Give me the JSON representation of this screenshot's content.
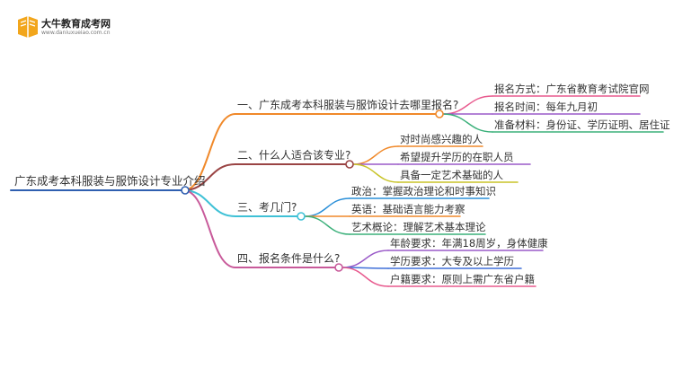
{
  "logo": {
    "title": "大牛教育成考网",
    "url": "www.daniuxueiao.com.cn"
  },
  "mindmap": {
    "root": "广东成考本科服装与服饰设计专业介绍",
    "branches": [
      {
        "label": "一、广东成考本科服装与服饰设计去哪里报名?",
        "color": "#f0892a",
        "children": [
          {
            "label": "报名方式：广东省教育考试院官网",
            "color": "#e85a8e"
          },
          {
            "label": "报名时间：每年九月初",
            "color": "#9a5ac8"
          },
          {
            "label": "准备材料：身份证、学历证明、居住证",
            "color": "#3bb07a"
          }
        ]
      },
      {
        "label": "二、什么人适合该专业?",
        "color": "#9a4444",
        "children": [
          {
            "label": "对时尚感兴趣的人",
            "color": "#f0892a"
          },
          {
            "label": "希望提升学历的在职人员",
            "color": "#9a5ac8"
          },
          {
            "label": "具备一定艺术基础的人",
            "color": "#c8c428"
          }
        ]
      },
      {
        "label": "三、考几门?",
        "color": "#3fc1d6",
        "children": [
          {
            "label": "政治：掌握政治理论和时事知识",
            "color": "#2a8fd8"
          },
          {
            "label": "英语：基础语言能力考察",
            "color": "#f0892a"
          },
          {
            "label": "艺术概论：理解艺术基本理论",
            "color": "#3bb07a"
          }
        ]
      },
      {
        "label": "四、报名条件是什么?",
        "color": "#c85a9a",
        "children": [
          {
            "label": "年龄要求：年满18周岁，身体健康",
            "color": "#9a5ac8"
          },
          {
            "label": "学历要求：大专及以上学历",
            "color": "#3f6fd8"
          },
          {
            "label": "户籍要求：原则上需广东省户籍",
            "color": "#e85a8e"
          }
        ]
      }
    ]
  },
  "colors": {
    "root_line": "#2f5fb0",
    "node_fill": "#ffffff"
  }
}
